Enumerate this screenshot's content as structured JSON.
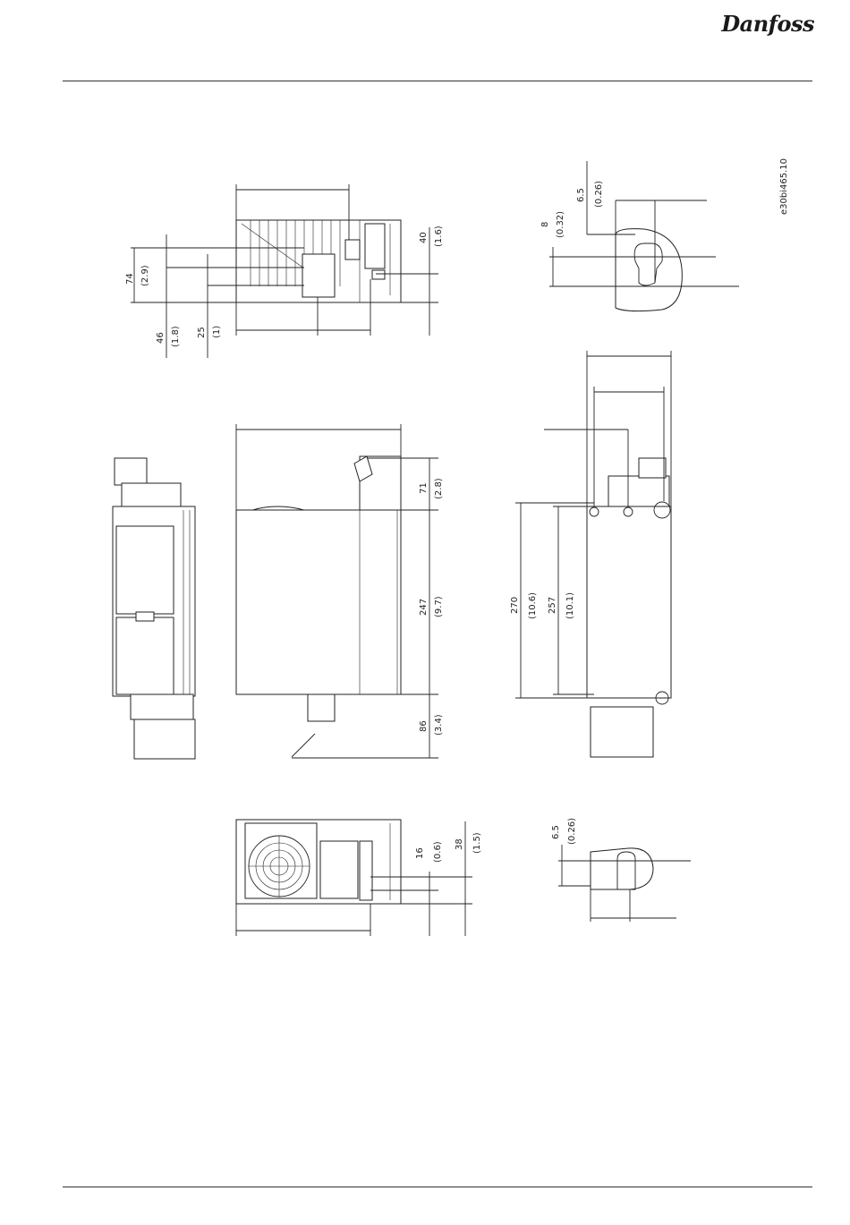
{
  "header": {
    "brand": "Danfoss"
  },
  "drawing_id": "e30bi465.10",
  "top_view": {
    "dims": {
      "d74": "74",
      "d74_in": "(2.9)",
      "d46": "46",
      "d46_in": "(1.8)",
      "d25": "25",
      "d25_in": "(1)",
      "d40": "40",
      "d40_in": "(1.6)"
    }
  },
  "keyhole_top": {
    "dims": {
      "d8": "8",
      "d8_in": "(0.32)",
      "d65": "6.5",
      "d65_in": "(0.26)"
    }
  },
  "side_view": {
    "dims": {
      "d71": "71",
      "d71_in": "(2.8)",
      "d247": "247",
      "d247_in": "(9.7)",
      "d86": "86",
      "d86_in": "(3.4)"
    }
  },
  "back_view": {
    "dims": {
      "d270": "270",
      "d270_in": "(10.6)",
      "d257": "257",
      "d257_in": "(10.1)"
    }
  },
  "bottom_view": {
    "dims": {
      "d16": "16",
      "d16_in": "(0.6)",
      "d38": "38",
      "d38_in": "(1.5)"
    }
  },
  "slot_bottom": {
    "dims": {
      "d65": "6.5",
      "d65_in": "(0.26)"
    }
  }
}
